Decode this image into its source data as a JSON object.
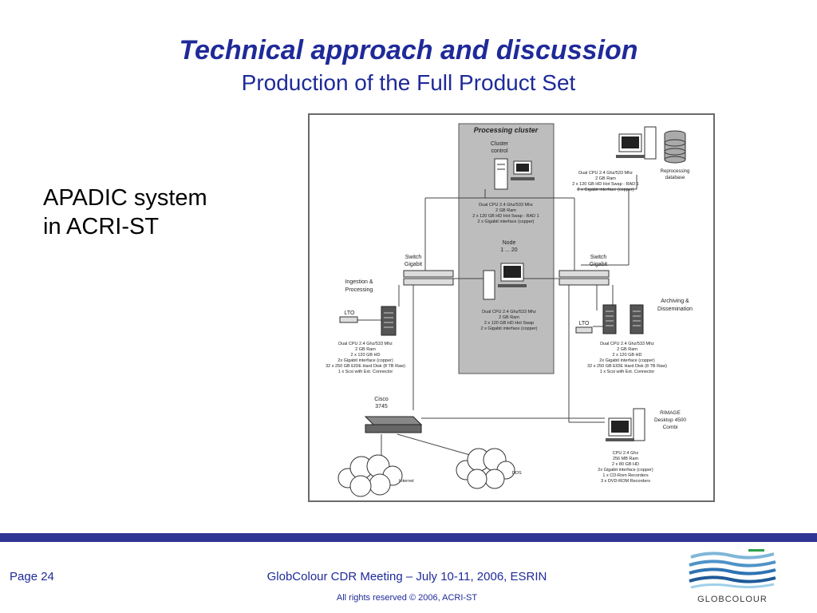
{
  "title": "Technical approach and discussion",
  "subtitle": "Production of the Full Product Set",
  "side_text": [
    "APADIC system",
    "in ACRI-ST"
  ],
  "diagram": {
    "cluster_title": "Processing cluster",
    "cluster_control": [
      "Cluster",
      "control"
    ],
    "cluster_control_specs": [
      "Dual CPU 2.4 Ghz/533 Mhz",
      "2 GB Ram",
      "2 x 120 GB HD Hot Swap - RAD 1",
      "2 x Gigabit interface (copper)"
    ],
    "node_label": [
      "Node",
      "1 ... 20"
    ],
    "node_specs": [
      "Dual CPU 2.4 Ghz/533 Mhz",
      "2 GB Ram",
      "2 x 120 GB HD Hot Swap",
      "2 x Gigabit interface (copper)"
    ],
    "reprocessing_specs": [
      "Dual CPU 2.4 Ghz/533 Mhz",
      "2 GB Ram",
      "2 x 120 GB HD Hot Swap - RAD 1",
      "2 x Gigabit interface (copper)"
    ],
    "reprocessing_db": [
      "Reprocessing",
      "database"
    ],
    "switch_left": [
      "Switch",
      "Gigabit"
    ],
    "switch_right": [
      "Switch",
      "Gigabit"
    ],
    "ingestion": [
      "Ingestion &",
      "Processing"
    ],
    "lto_left": "LTO",
    "lto_right": "LTO",
    "ingestion_specs": [
      "Dual CPU 2.4 Ghz/533 Mhz",
      "2 GB Ram",
      "2 x 120 GB HD",
      "2x Gigabit interface (copper)",
      "32 x 250 GB EIDE Hard Disk (8 TB Raw)",
      "1 x Scsi with Ext. Connector"
    ],
    "archiving": [
      "Archiving &",
      "Dissemination"
    ],
    "archiving_specs": [
      "Dual CPU 2.4 Ghz/533 Mhz",
      "2 GB Ram",
      "2 x 120 GB HD",
      "2x Gigabit interface (copper)",
      "32 x 250 GB EIDE Hard Disk (8 TB Raw)",
      "1 x Scsi with Ext. Connector"
    ],
    "cisco": [
      "Cisco",
      "3745"
    ],
    "rimage": [
      "RIMAGE",
      "Desktop 4500",
      "Combi"
    ],
    "rimage_specs": [
      "CPU 2.4 Ghz",
      "256 MB Ram",
      "2 x 80 GB HD",
      "2x Gigabit interface (copper)",
      "1 x CD-Rom Recorders",
      "3 x DVD-ROM Recorders"
    ],
    "internet": "Internet",
    "dds": "DDS"
  },
  "footer": {
    "page": "Page 24",
    "center": "GlobColour CDR Meeting – July 10-11, 2006, ESRIN",
    "rights": "All rights reserved © 2006, ACRI-ST",
    "logo_text": "GLOBCOLOUR"
  },
  "colors": {
    "title": "#1f2a99",
    "footer_bar": "#2e3592",
    "cluster_bg": "#bdbdbd"
  }
}
